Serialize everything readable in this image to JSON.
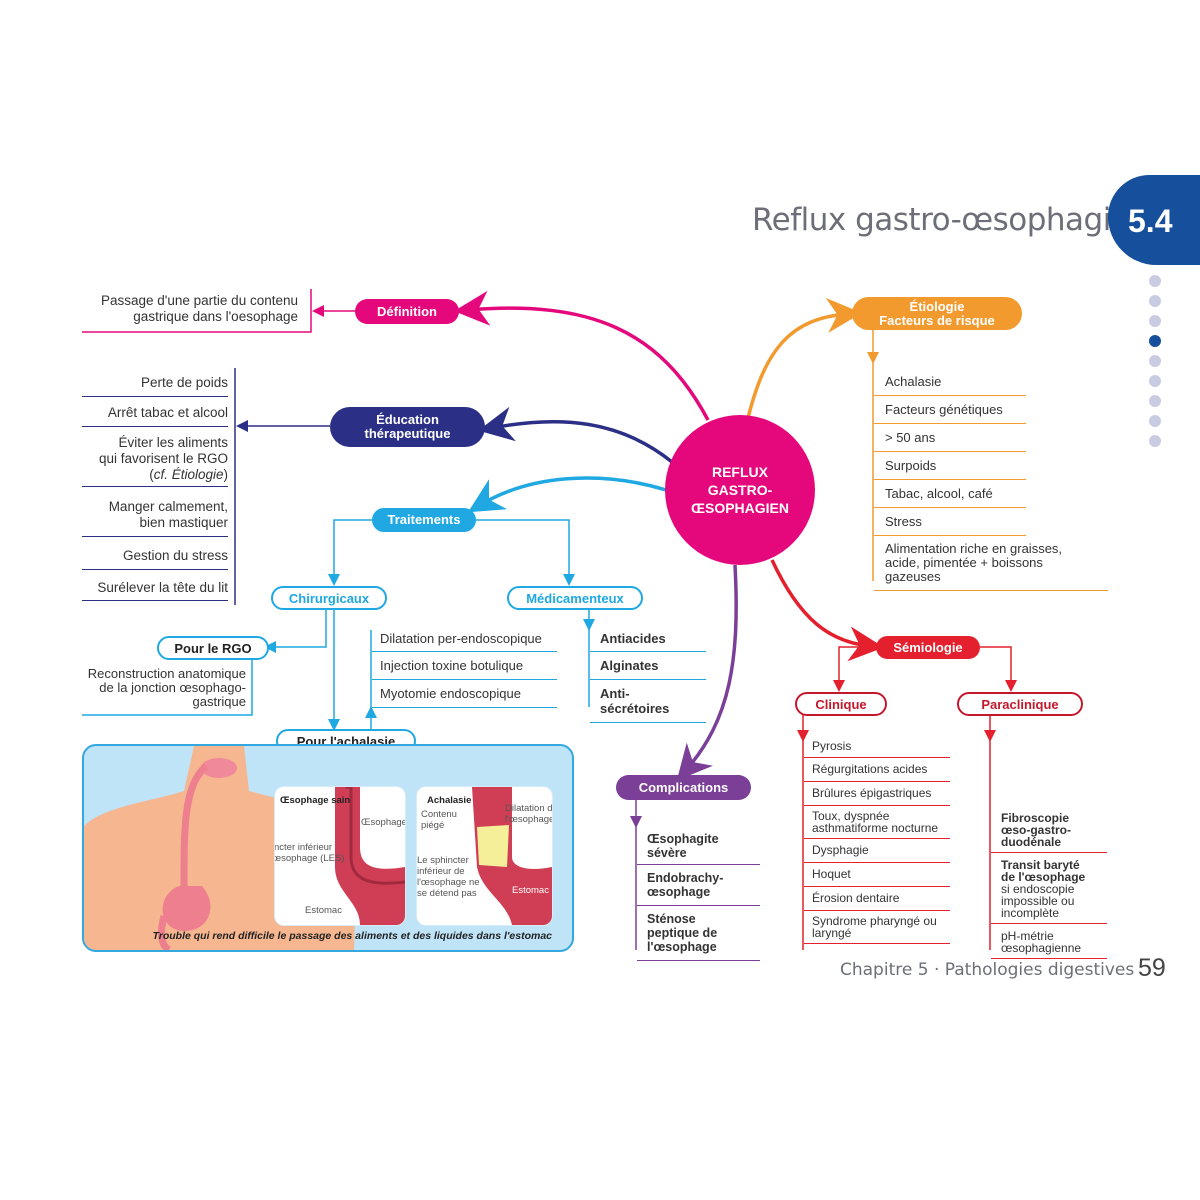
{
  "header": {
    "title": "Reflux gastro-œsophagien",
    "section_number": "5.4"
  },
  "nav_dots": {
    "count": 9,
    "active_index": 3
  },
  "center": {
    "line1": "REFLUX",
    "line2": "GASTRO-",
    "line3": "ŒSOPHAGIEN"
  },
  "colors": {
    "center": "#e5087c",
    "definition": "#e5087c",
    "education": "#2b2f86",
    "traitements": "#1fa8e1",
    "etiologie": "#f29a2e",
    "semiologie": "#e4202e",
    "complications": "#7b3f98",
    "badge": "#16509c"
  },
  "definition": {
    "label": "Définition",
    "text_line1": "Passage d'une partie du contenu",
    "text_line2": "gastrique dans l'oesophage"
  },
  "education": {
    "label_line1": "Éducation",
    "label_line2": "thérapeutique",
    "items": [
      "Perte de poids",
      "Arrêt tabac et alcool",
      "Éviter les aliments qui favorisent le RGO (cf. Étiologie)",
      "Manger calmement, bien mastiquer",
      "Gestion du stress",
      "Surélever la tête du lit"
    ]
  },
  "traitements": {
    "label": "Traitements",
    "chirurgicaux": {
      "label": "Chirurgicaux",
      "rgo": {
        "label": "Pour le RGO",
        "text": "Reconstruction anatomique de la jonction œsophago-gastrique"
      },
      "achalasie": {
        "label": "Pour l'achalasie",
        "items": [
          "Dilatation per-endoscopique",
          "Injection toxine botulique",
          "Myotomie endoscopique"
        ]
      }
    },
    "medicamenteux": {
      "label": "Médicamenteux",
      "items": [
        "Antiacides",
        "Alginates",
        "Anti-sécrétoires"
      ]
    }
  },
  "illustration": {
    "healthy_title": "Œsophage sain",
    "healthy_labels": {
      "oesophage": "Œsophage",
      "sphincter": "Sphincter inférieur de l'œsophage (LES)",
      "estomac": "Estomac"
    },
    "achalasia_title": "Achalasie",
    "achalasia_labels": {
      "contenu": "Contenu piégé",
      "dilatation": "Dilatation de l'œsophage",
      "sphincter": "Le sphincter inférieur de l'œsophage ne se détend pas",
      "estomac": "Estomac"
    },
    "caption": "Trouble qui rend difficile le passage des aliments et des liquides dans l'estomac"
  },
  "etiologie": {
    "label_line1": "Étiologie",
    "label_line2": "Facteurs de risque",
    "items": [
      "Achalasie",
      "Facteurs génétiques",
      "> 50 ans",
      "Surpoids",
      "Tabac, alcool, café",
      "Stress",
      "Alimentation riche en graisses, acide, pimentée + boissons gazeuses"
    ]
  },
  "semiologie": {
    "label": "Sémiologie",
    "clinique": {
      "label": "Clinique",
      "items": [
        "Pyrosis",
        "Régurgitations acides",
        "Brûlures épigastriques",
        "Toux, dyspnée asthmatiforme nocturne",
        "Dysphagie",
        "Hoquet",
        "Érosion dentaire",
        "Syndrome pharyngé ou laryngé"
      ]
    },
    "paraclinique": {
      "label": "Paraclinique",
      "items": [
        {
          "bold": "Fibroscopie œso-gastro-duodénale",
          "normal": ""
        },
        {
          "bold": "Transit baryté de l'œsophage",
          "normal": "si endoscopie impossible ou incomplète"
        },
        {
          "bold": "",
          "normal": "pH-métrie œsophagienne"
        }
      ]
    }
  },
  "complications": {
    "label": "Complications",
    "items": [
      "Œsophagite sévère",
      "Endobrachy-œsophage",
      "Sténose peptique de l'œsophage"
    ]
  },
  "footer": {
    "chapter": "Chapitre 5 · Pathologies digestives",
    "page": "59"
  }
}
